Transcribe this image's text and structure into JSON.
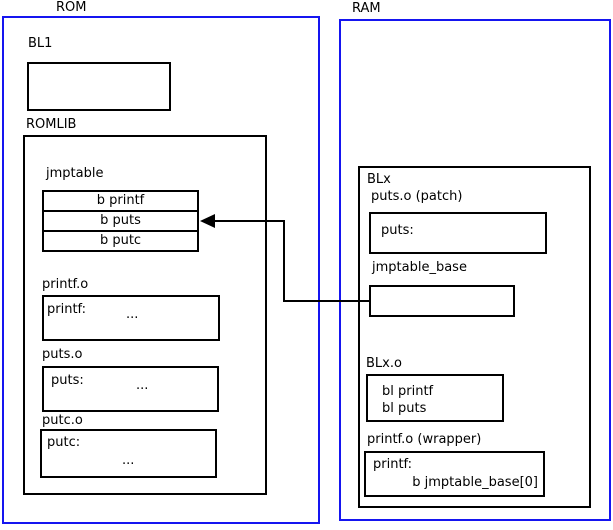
{
  "colors": {
    "frame_blue": "#1515f0",
    "line_black": "#000000",
    "background": "#ffffff"
  },
  "rom": {
    "label": "ROM",
    "bl1": {
      "label": "BL1"
    },
    "romlib": {
      "label": "ROMLIB",
      "jmptable": {
        "label": "jmptable",
        "rows": [
          "b printf",
          "b puts",
          "b putc"
        ]
      },
      "printf_o": {
        "label": "printf.o",
        "symbol": "printf:",
        "ellipsis": "..."
      },
      "puts_o": {
        "label": "puts.o",
        "symbol": "puts:",
        "ellipsis": "..."
      },
      "putc_o": {
        "label": "putc.o",
        "symbol": "putc:",
        "ellipsis": "..."
      }
    }
  },
  "ram": {
    "label": "RAM",
    "blx": {
      "label": "BLx",
      "puts_patch": {
        "label": "puts.o (patch)",
        "symbol": "puts:"
      },
      "jmptable_base": {
        "label": "jmptable_base"
      },
      "blx_o": {
        "label": "BLx.o",
        "lines": [
          "bl printf",
          "bl puts"
        ]
      },
      "printf_wrapper": {
        "label": "printf.o (wrapper)",
        "symbol": "printf:",
        "instruction": "b jmptable_base[0]"
      }
    }
  }
}
